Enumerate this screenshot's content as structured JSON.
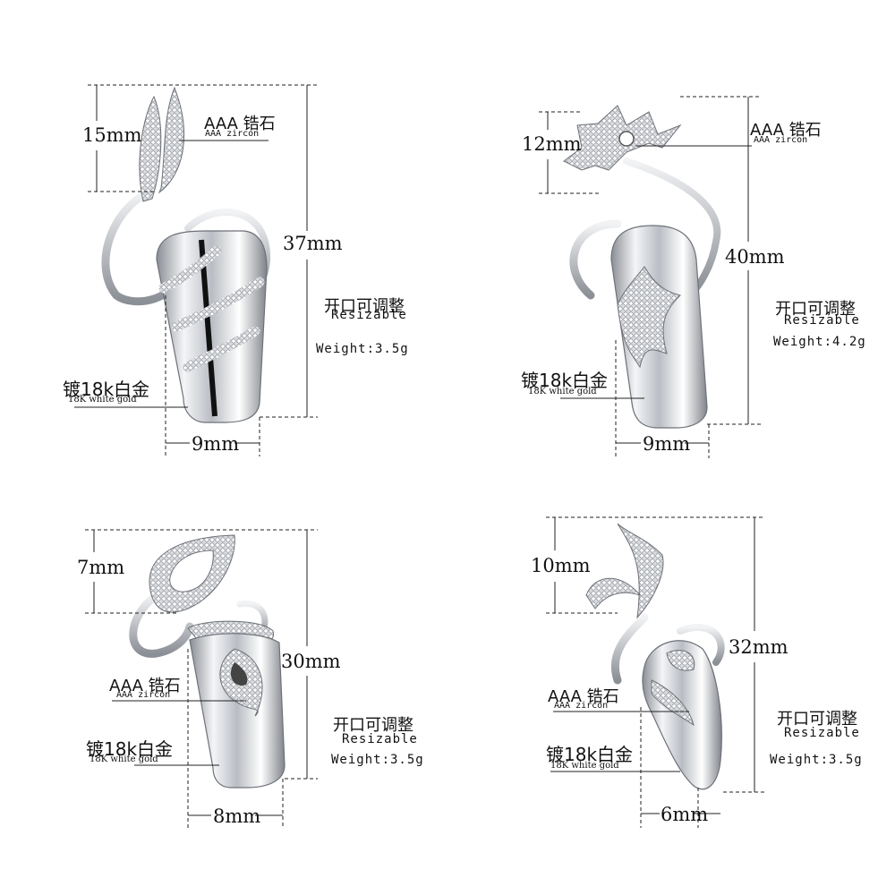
{
  "colors": {
    "metal": "#c9ccd1",
    "metal_dark": "#6d7178",
    "line": "#222222",
    "background": "#ffffff"
  },
  "panels": [
    {
      "id": "top-left",
      "dim_top": "15mm",
      "dim_total": "37mm",
      "dim_width": "9mm",
      "zircon_cn": "AAA 锆石",
      "zircon_en": "AAA zircon",
      "gold_cn": "镀18k白金",
      "gold_en": "18K white gold",
      "resizable_cn": "开口可调整",
      "resizable_en": "Resizable",
      "weight": "Weight:3.5g"
    },
    {
      "id": "top-right",
      "dim_top": "12mm",
      "dim_total": "40mm",
      "dim_width": "9mm",
      "zircon_cn": "AAA 锆石",
      "zircon_en": "AAA zircon",
      "gold_cn": "镀18k白金",
      "gold_en": "18K white gold",
      "resizable_cn": "开口可调整",
      "resizable_en": "Resizable",
      "weight": "Weight:4.2g"
    },
    {
      "id": "bottom-left",
      "dim_top": "7mm",
      "dim_total": "30mm",
      "dim_width": "8mm",
      "zircon_cn": "AAA 锆石",
      "zircon_en": "AAA zircon",
      "gold_cn": "镀18k白金",
      "gold_en": "18K white gold",
      "resizable_cn": "开口可调整",
      "resizable_en": "Resizable",
      "weight": "Weight:3.5g"
    },
    {
      "id": "bottom-right",
      "dim_top": "10mm",
      "dim_total": "32mm",
      "dim_width": "6mm",
      "zircon_cn": "AAA 锆石",
      "zircon_en": "AAA zircon",
      "gold_cn": "镀18k白金",
      "gold_en": "18K white gold",
      "resizable_cn": "开口可调整",
      "resizable_en": "Resizable",
      "weight": "Weight:3.5g"
    }
  ]
}
